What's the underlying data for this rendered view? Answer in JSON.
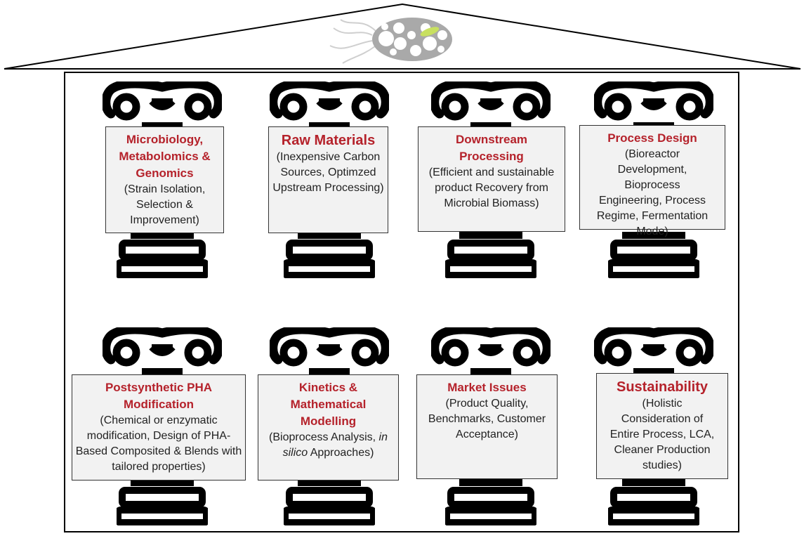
{
  "pillars": [
    {
      "title": "Microbiology, Metabolomics & Genomics",
      "body": "(Strain Isolation, Selection & Improvement)"
    },
    {
      "title": "Raw Materials",
      "body": "(Inexpensive Carbon Sources, Optimzed Upstream Processing)"
    },
    {
      "title": "Downstream Processing",
      "body": "(Efficient and sustainable product Recovery from Microbial Biomass)"
    },
    {
      "title": "Process Design",
      "body": "(Bioreactor Development, Bioprocess Engineering, Process Regime, Fermentation Mode)"
    },
    {
      "title": "Postsynthetic PHA Modification",
      "body": "(Chemical or enzymatic modification, Design of PHA-Based Composited & Blends with tailored properties)"
    },
    {
      "title": "Kinetics & Mathematical Modelling",
      "body_pre": "(Bioprocess Analysis, ",
      "body_italic": "in silico",
      "body_post": " Approaches)"
    },
    {
      "title": "Market Issues",
      "body": "(Product Quality, Benchmarks, Customer Acceptance)"
    },
    {
      "title": "Sustainability",
      "body": "(Holistic Consideration of Entire Process, LCA, Cleaner Production studies)"
    }
  ],
  "colors": {
    "title": "#b5222b",
    "box_fill": "#f2f2f2",
    "pillar": "#000000",
    "roof_logo": "#b0b0b0"
  },
  "icons": {
    "roof_logo": "microbial-cell-with-pha-granules-icon"
  }
}
